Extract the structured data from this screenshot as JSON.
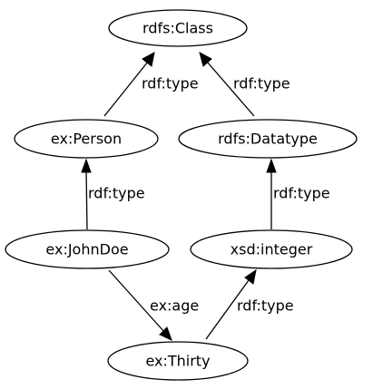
{
  "diagram": {
    "nodes": {
      "rdfs_class": "rdfs:Class",
      "ex_person": "ex:Person",
      "rdfs_datatype": "rdfs:Datatype",
      "ex_johndoe": "ex:JohnDoe",
      "xsd_integer": "xsd:integer",
      "ex_thirty": "ex:Thirty"
    },
    "edges": {
      "person_type": "rdf:type",
      "datatype_type": "rdf:type",
      "johndoe_type": "rdf:type",
      "integer_type": "rdf:type",
      "johndoe_age": "ex:age",
      "thirty_type": "rdf:type"
    }
  }
}
